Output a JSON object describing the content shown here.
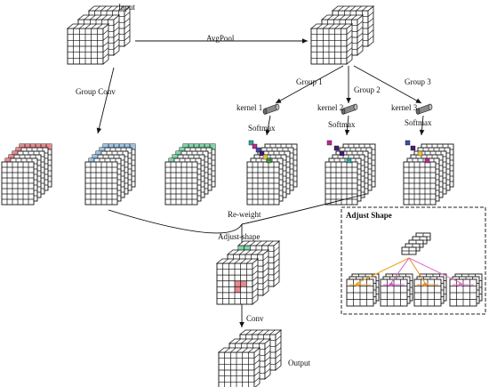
{
  "labels": {
    "input": "Input",
    "avgpool": "AvgPool",
    "group_conv": "Group Conv",
    "group1": "Group 1",
    "group2": "Group 2",
    "group3": "Group 3",
    "kernel1": "kernel 1",
    "kernel2": "kernel 2",
    "kernel3": "kernel 3",
    "softmax": "Softmax",
    "reweight": "Re-weight",
    "adjust_shape": "Adjust-shape",
    "conv": "Conv",
    "output": "Output",
    "inset_title": "Adjust Shape"
  },
  "colors": {
    "grid_line": "#111111",
    "face": "#ffffff",
    "highlight_red": "#e8898f",
    "highlight_blue": "#9cc4e4",
    "highlight_green": "#7fd6a8",
    "weight_blue": "#3b4fa8",
    "weight_purple": "#4b1a78",
    "weight_magenta": "#c2279a",
    "weight_teal": "#2aa89a",
    "weight_yellow": "#e6c53a",
    "weight_green": "#3a9a3a",
    "inset_orange": "#f0a21c",
    "inset_pink": "#d55bc8",
    "inset_orange2": "#ee8a2a",
    "inset_pink2": "#e070c8",
    "kernel_fill": "#8a8a8a",
    "inset_border": "#222222"
  }
}
